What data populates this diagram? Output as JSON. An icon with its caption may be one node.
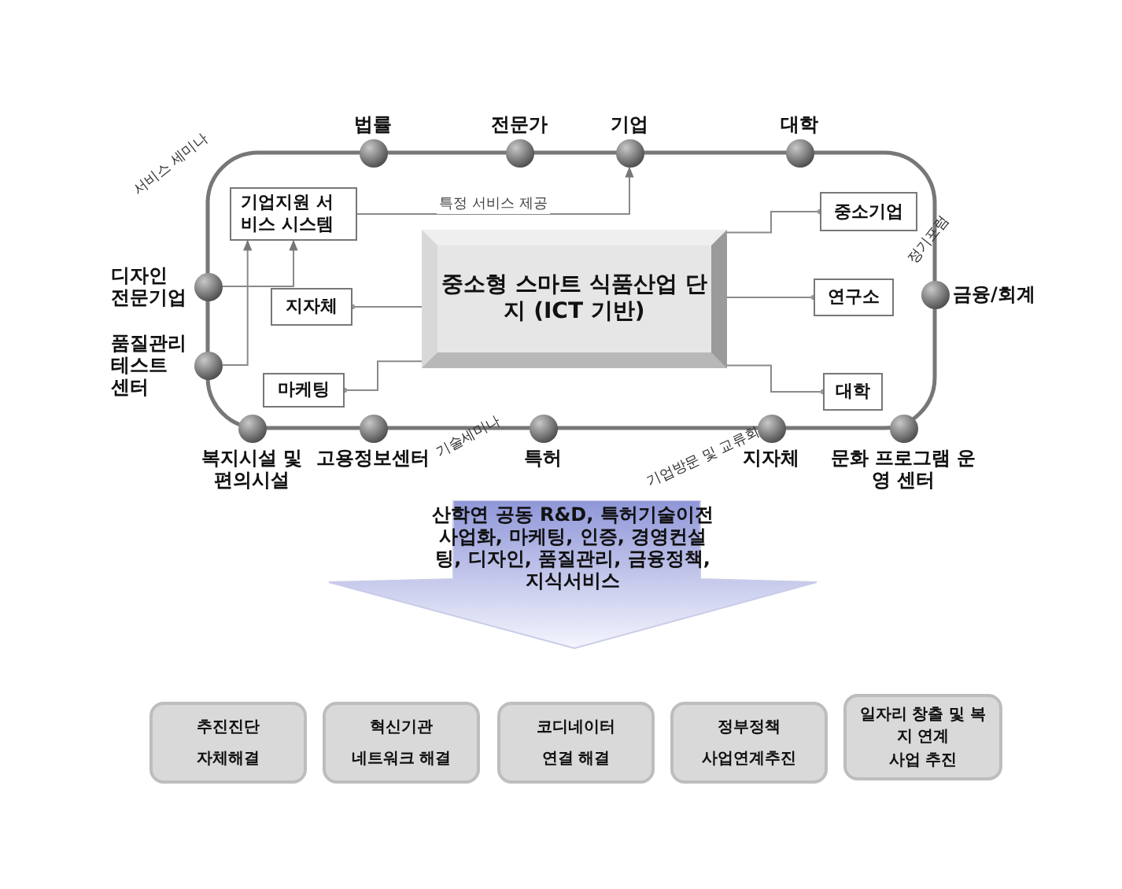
{
  "diagram": {
    "nodes": [
      {
        "text": [
          "법률"
        ]
      },
      {
        "text": [
          "전문가"
        ]
      },
      {
        "text": [
          "기업"
        ]
      },
      {
        "text": [
          "대학"
        ]
      },
      {
        "text": [
          "기업지원 서비스 시스템"
        ]
      },
      {
        "text": [
          "중소기업"
        ]
      },
      {
        "text": [
          "디자인 전문기업"
        ]
      },
      {
        "text": [
          "지자체"
        ]
      },
      {
        "text": [
          "중소형 스마트 식품산업 단지 (ICT 기반)"
        ]
      },
      {
        "text": [
          "연구소"
        ]
      },
      {
        "text": [
          "금융/회계"
        ]
      },
      {
        "text": [
          "품질관리 테스트 센터"
        ]
      },
      {
        "text": [
          "마케팅"
        ]
      },
      {
        "text": [
          "대학"
        ]
      },
      {
        "text": [
          "복지시설 및 편의시설"
        ]
      },
      {
        "text": [
          "고용정보센터"
        ]
      },
      {
        "text": [
          "특허"
        ]
      },
      {
        "text": [
          "지자체"
        ]
      },
      {
        "text": [
          "문화 프로그램 운영 센터"
        ]
      },
      {
        "text": [
          "산학연 공동 R&D, 특허기술이전 사업화, 마케팅, 인증, 경영컨설팅, 디자인, 품질관리, 금융정책, 지식서비스"
        ]
      },
      {
        "text": [
          "추진진단",
          "자체해결"
        ]
      },
      {
        "text": [
          "혁신기관",
          "네트워크 해결"
        ]
      },
      {
        "text": [
          "코디네이터",
          "연결 해결"
        ]
      },
      {
        "text": [
          "정부정책",
          "사업연계추진"
        ]
      },
      {
        "text": [
          "일자리 창출 및 복지 연계",
          "사업 추진"
        ]
      }
    ],
    "edges": [
      {
        "from": 6,
        "to": 4,
        "arrow": "to"
      },
      {
        "from": 11,
        "to": 4,
        "arrow": "to"
      },
      {
        "from": 4,
        "to": 2,
        "arrow": "to",
        "label": "특정 서비스 제공"
      },
      {
        "from": 8,
        "to": 7,
        "arrow": "other"
      },
      {
        "from": 8,
        "to": 12,
        "arrow": "other"
      },
      {
        "from": 8,
        "to": 5,
        "arrow": "other"
      },
      {
        "from": 8,
        "to": 9,
        "arrow": "other"
      },
      {
        "from": 8,
        "to": 13,
        "arrow": "other"
      }
    ],
    "labels": [
      "서비스 세미나",
      "정기포럼",
      "기술세미나",
      "기업방문 및 교류회"
    ]
  }
}
